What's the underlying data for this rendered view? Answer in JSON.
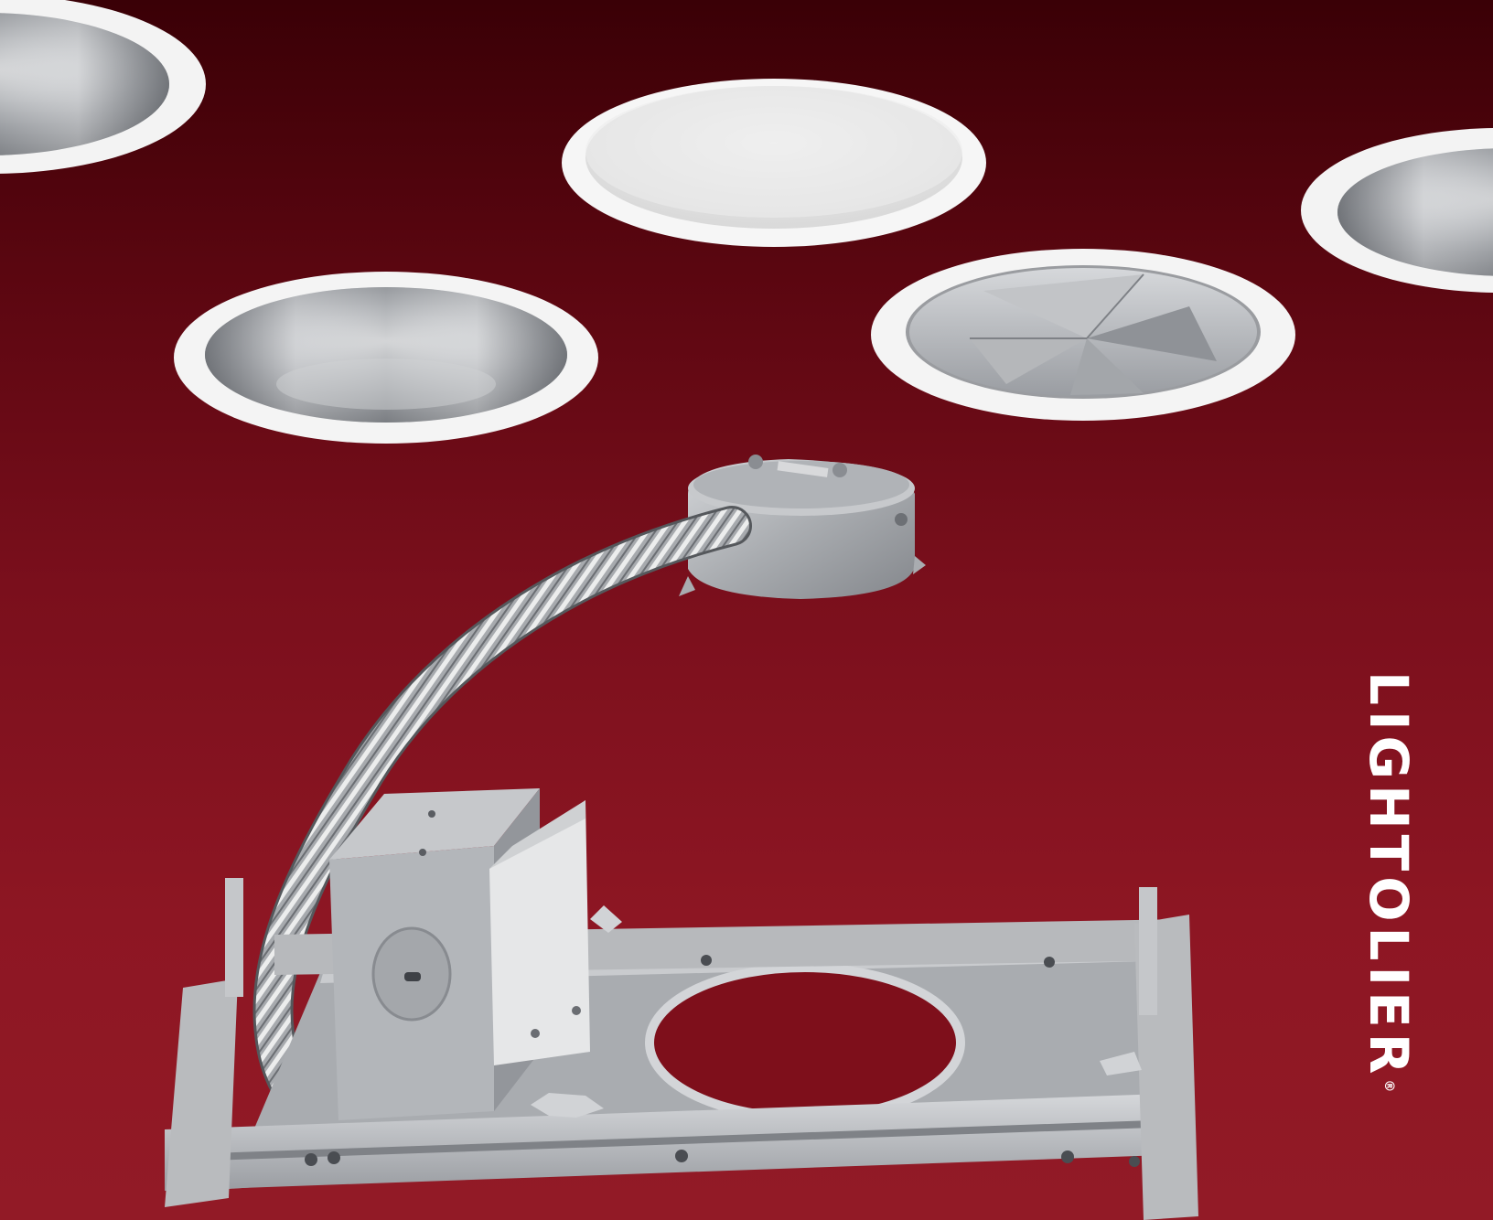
{
  "brand": {
    "name": "LIGHTOLIER",
    "mark": "®"
  },
  "colors": {
    "background_top": "#3a0006",
    "background_bottom": "#921a26",
    "trim_white": "#f4f4f4",
    "metal": "#b8babd"
  },
  "objects": [
    {
      "name": "open-reflector-downlight-trim",
      "count": 3
    },
    {
      "name": "frosted-lens-downlight-trim",
      "count": 1
    },
    {
      "name": "wall-wash-baffle-downlight-trim",
      "count": 1
    },
    {
      "name": "junction-box-with-flexible-conduit",
      "count": 1
    },
    {
      "name": "recessed-housing-mounting-frame",
      "count": 1
    }
  ]
}
